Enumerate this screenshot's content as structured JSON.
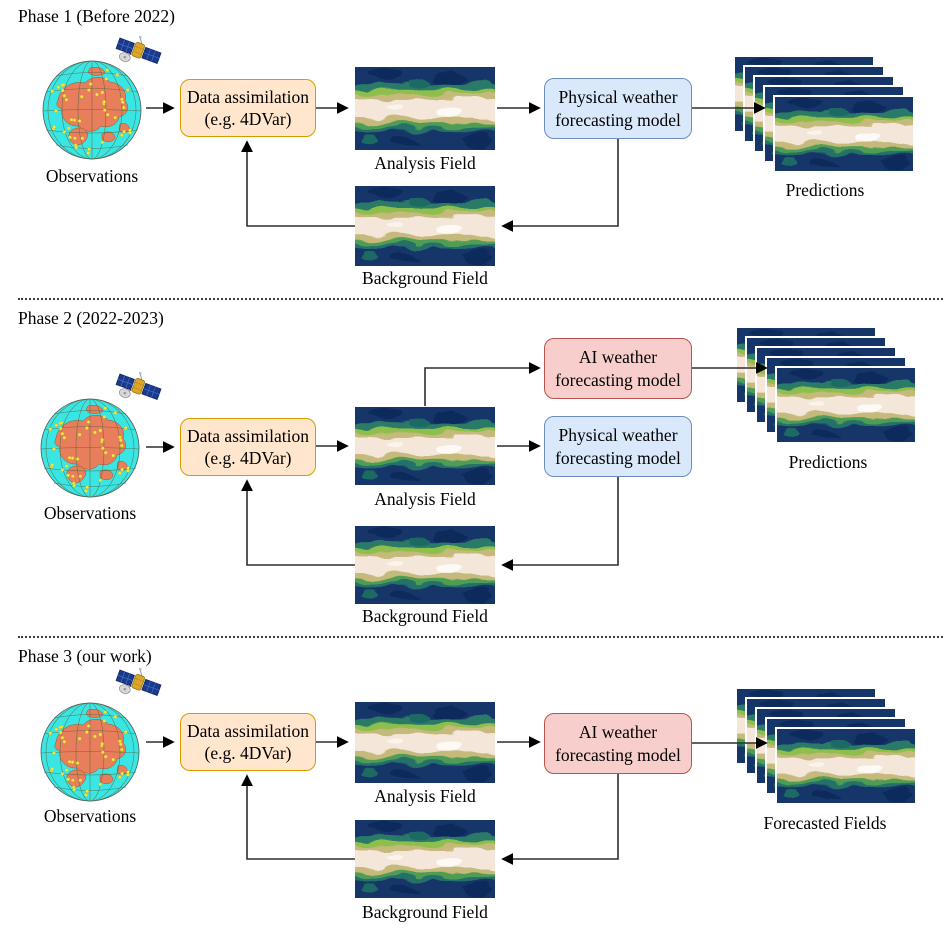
{
  "colors": {
    "da_fill": "#ffe6cc",
    "da_border": "#d79b00",
    "physical_fill": "#dae8fc",
    "physical_border": "#6c8ebf",
    "ai_fill": "#f8cecc",
    "ai_border": "#b85450",
    "ocean": "#3ae6e4",
    "land": "#e87e5c",
    "station_dot": "#f2e93e"
  },
  "phase1": {
    "title": "Phase 1 (Before 2022)",
    "observations_label": "Observations",
    "data_assimilation": {
      "line1": "Data assimilation",
      "line2": "(e.g. 4DVar)"
    },
    "analysis_label": "Analysis Field",
    "physical_model": {
      "line1": "Physical weather",
      "line2": "forecasting model"
    },
    "output_label": "Predictions",
    "background_label": "Background Field"
  },
  "phase2": {
    "title": "Phase 2 (2022-2023)",
    "observations_label": "Observations",
    "data_assimilation": {
      "line1": "Data assimilation",
      "line2": "(e.g. 4DVar)"
    },
    "analysis_label": "Analysis Field",
    "ai_model": {
      "line1": "AI weather",
      "line2": "forecasting model"
    },
    "physical_model": {
      "line1": "Physical weather",
      "line2": "forecasting model"
    },
    "output_label": "Predictions",
    "background_label": "Background Field"
  },
  "phase3": {
    "title": "Phase 3 (our work)",
    "observations_label": "Observations",
    "data_assimilation": {
      "line1": "Data assimilation",
      "line2": "(e.g. 4DVar)"
    },
    "analysis_label": "Analysis Field",
    "ai_model": {
      "line1": "AI weather",
      "line2": "forecasting model"
    },
    "output_label": "Forecasted Fields",
    "background_label": "Background Field"
  }
}
